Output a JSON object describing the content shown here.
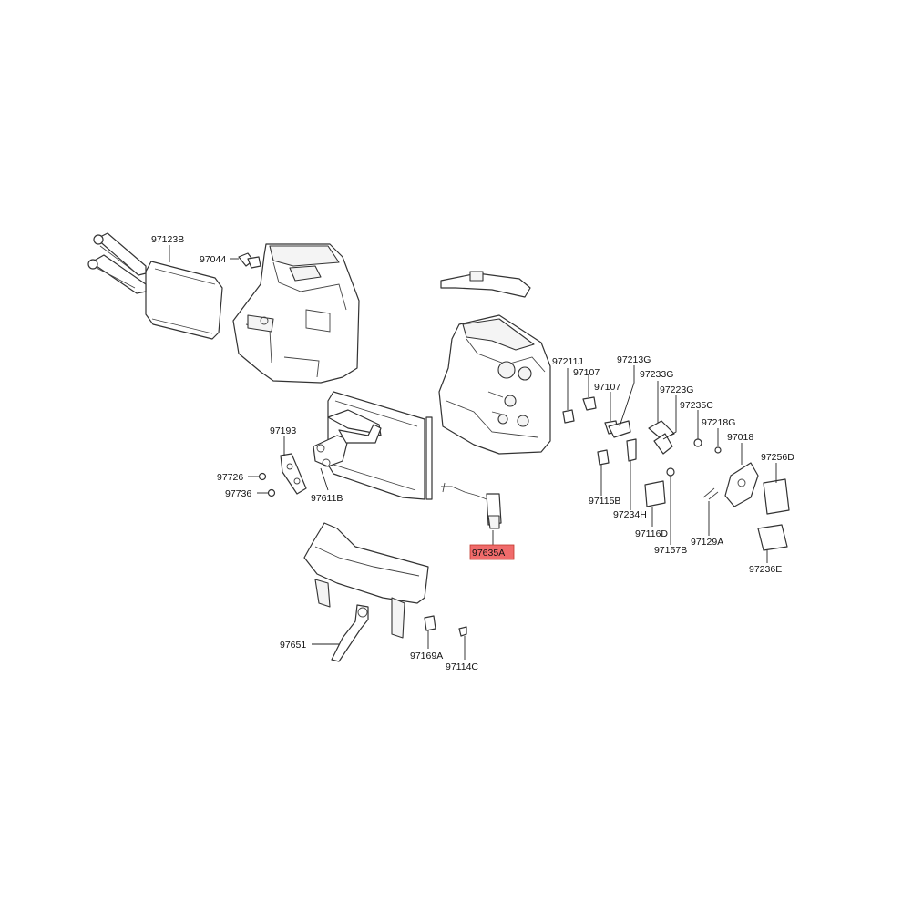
{
  "labels": [
    {
      "id": "97123B",
      "text": "97123B"
    },
    {
      "id": "97044",
      "text": "97044"
    },
    {
      "id": "97211J",
      "text": "97211J"
    },
    {
      "id": "97107a",
      "text": "97107"
    },
    {
      "id": "97107b",
      "text": "97107"
    },
    {
      "id": "97213G",
      "text": "97213G"
    },
    {
      "id": "97233G",
      "text": "97233G"
    },
    {
      "id": "97223G",
      "text": "97223G"
    },
    {
      "id": "97235C",
      "text": "97235C"
    },
    {
      "id": "97218G",
      "text": "97218G"
    },
    {
      "id": "97018",
      "text": "97018"
    },
    {
      "id": "97256D",
      "text": "97256D"
    },
    {
      "id": "97193",
      "text": "97193"
    },
    {
      "id": "97726",
      "text": "97726"
    },
    {
      "id": "97736",
      "text": "97736"
    },
    {
      "id": "97611B",
      "text": "97611B"
    },
    {
      "id": "97115B",
      "text": "97115B"
    },
    {
      "id": "97234H",
      "text": "97234H"
    },
    {
      "id": "97116D",
      "text": "97116D"
    },
    {
      "id": "97157B",
      "text": "97157B"
    },
    {
      "id": "97129A",
      "text": "97129A"
    },
    {
      "id": "97236E",
      "text": "97236E"
    },
    {
      "id": "97635A",
      "text": "97635A"
    },
    {
      "id": "97651",
      "text": "97651"
    },
    {
      "id": "97169A",
      "text": "97169A"
    },
    {
      "id": "97114C",
      "text": "97114C"
    }
  ],
  "highlight": {
    "id": "97635A",
    "color": "#f06b6b"
  }
}
